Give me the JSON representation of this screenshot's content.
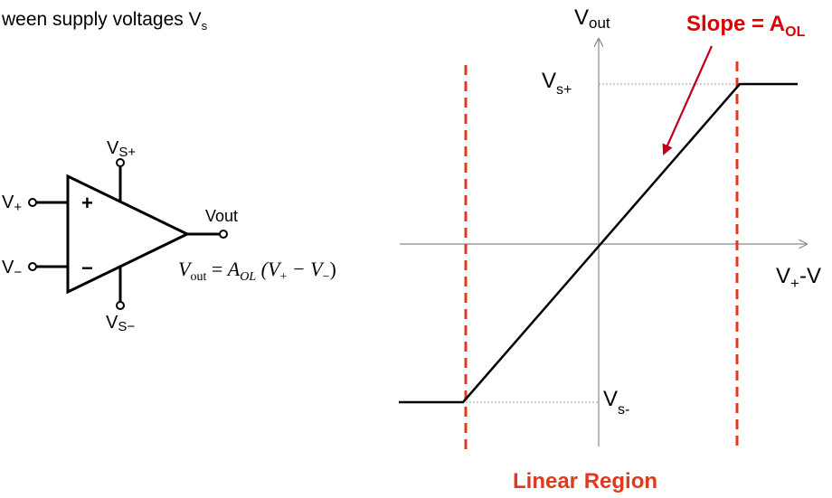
{
  "header": {
    "text": "ween supply voltages V",
    "sub": "s"
  },
  "opamp": {
    "vsplus": {
      "main": "V",
      "sub": "S+"
    },
    "vsminus": {
      "main": "V",
      "sub": "S−"
    },
    "vplus": {
      "main": "V",
      "sub": "+"
    },
    "vminus": {
      "main": "V",
      "sub": "−"
    },
    "vout": "Vout",
    "plus_sign": "+",
    "minus_sign": "−"
  },
  "equation": {
    "lhs": "V",
    "lhs_sub": "out",
    "equals": " = ",
    "gain": "A",
    "gain_sub": "OL",
    "open": " (V",
    "p_sub": "+",
    "mid": " − V",
    "m_sub": "−",
    "close": ")"
  },
  "graph": {
    "y_axis": {
      "main": "V",
      "sub": "out"
    },
    "x_axis": {
      "main": "V",
      "sub1": "+",
      "mid": "-V"
    },
    "vs_plus": {
      "main": "V",
      "sub": "s+"
    },
    "vs_minus": {
      "main": "V",
      "sub": "s-"
    },
    "slope": {
      "text": "Slope = A",
      "sub": "OL"
    },
    "region": "Linear Region",
    "colors": {
      "accent": "#e03a1e",
      "slope_text": "#e00000",
      "arrow": "#c0001a",
      "line": "#000000",
      "axis": "#888888",
      "dotted": "#999999"
    }
  }
}
